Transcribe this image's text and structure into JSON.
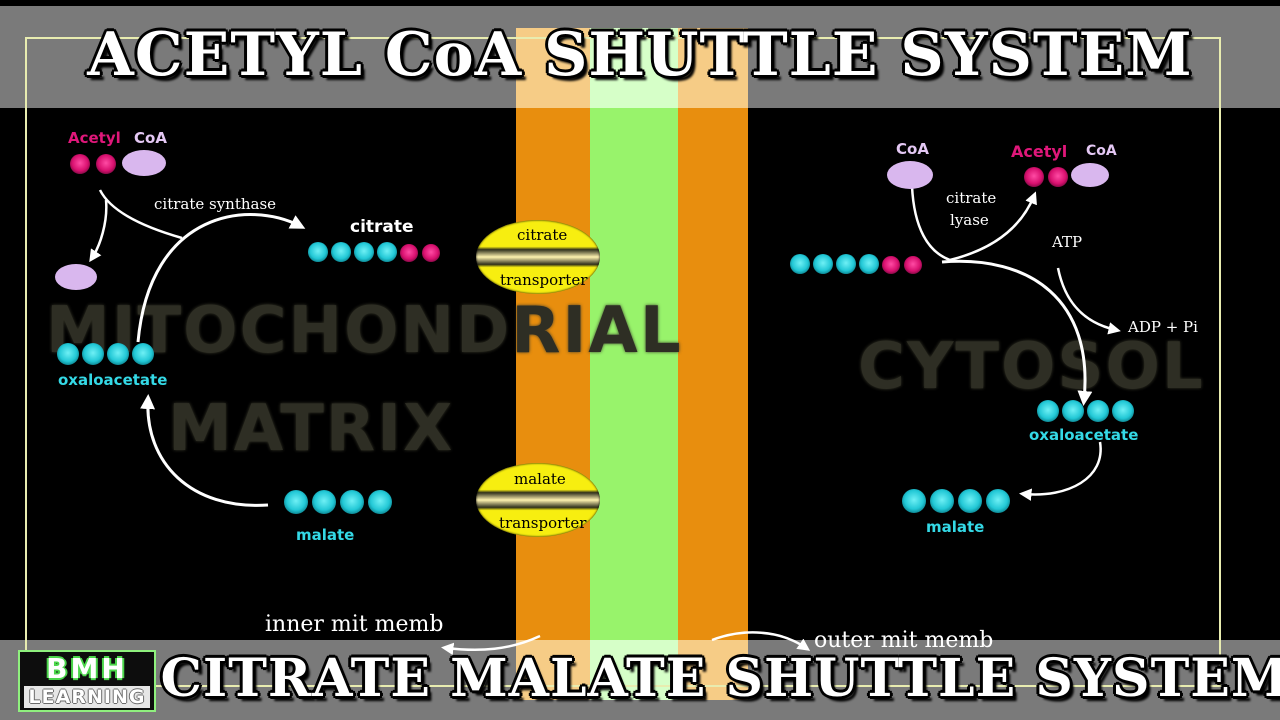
{
  "titles": {
    "top": "ACETYL CoA SHUTTLE SYSTEM",
    "bottom": "CITRATE MALATE  SHUTTLE SYSTEM"
  },
  "regions": {
    "matrix_line1": "MITOCHONDRIAL",
    "matrix_line2": "MATRIX",
    "cytosol": "CYTOSOL"
  },
  "molecules": {
    "acetyl_left": "Acetyl",
    "coa_left": "CoA",
    "citrate_left": "citrate",
    "oxaloacetate_left": "oxaloacetate",
    "malate_left": "malate",
    "coa_right": "CoA",
    "acetyl_right": "Acetyl",
    "coa_right2": "CoA",
    "oxaloacetate_right": "oxaloacetate",
    "malate_right": "malate"
  },
  "enzymes": {
    "citrate_synthase": "citrate synthase",
    "citrate_lyase_1": "citrate",
    "citrate_lyase_2": "lyase",
    "atp": "ATP",
    "adp_pi": "ADP + Pi"
  },
  "transporters": {
    "citrate_top": "citrate",
    "citrate_bottom": "transporter",
    "malate_top": "malate",
    "malate_bottom": "transporter"
  },
  "membranes": {
    "inner": "inner mit memb",
    "outer": "outer mit memb"
  },
  "logo": {
    "line1": "BMH",
    "line2": "LEARNING"
  },
  "colors": {
    "acetyl": "#e0177a",
    "coa": "#d9b7ee",
    "carbon": "#2fd7e0",
    "membrane_orange": "#e88e0e",
    "membrane_green": "#98f36b",
    "transporter": "#f7ee10",
    "molecule_label_cyan": "#34d9e6",
    "acetyl_label": "#e0177a",
    "coa_label": "#e4c8f4"
  }
}
